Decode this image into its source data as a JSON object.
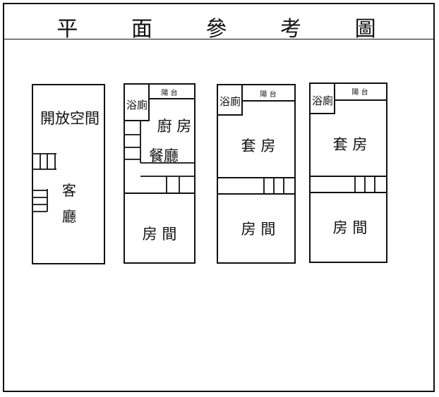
{
  "title": "平 面 參 考 圖",
  "plans": [
    {
      "rooms": {
        "open_space": "開放空間",
        "living_top": "客",
        "living_bottom": "廳"
      }
    },
    {
      "rooms": {
        "balcony": "陽 台",
        "bathroom": "浴廁",
        "kitchen": "廚 房",
        "dining": "餐廳",
        "room": "房 間"
      }
    },
    {
      "rooms": {
        "balcony": "陽 台",
        "bathroom": "浴廁",
        "suite": "套 房",
        "room": "房 間"
      }
    },
    {
      "rooms": {
        "balcony": "陽 台",
        "bathroom": "浴廁",
        "suite": "套 房",
        "room": "房 間"
      }
    }
  ],
  "colors": {
    "line": "#111111",
    "background": "#ffffff"
  }
}
